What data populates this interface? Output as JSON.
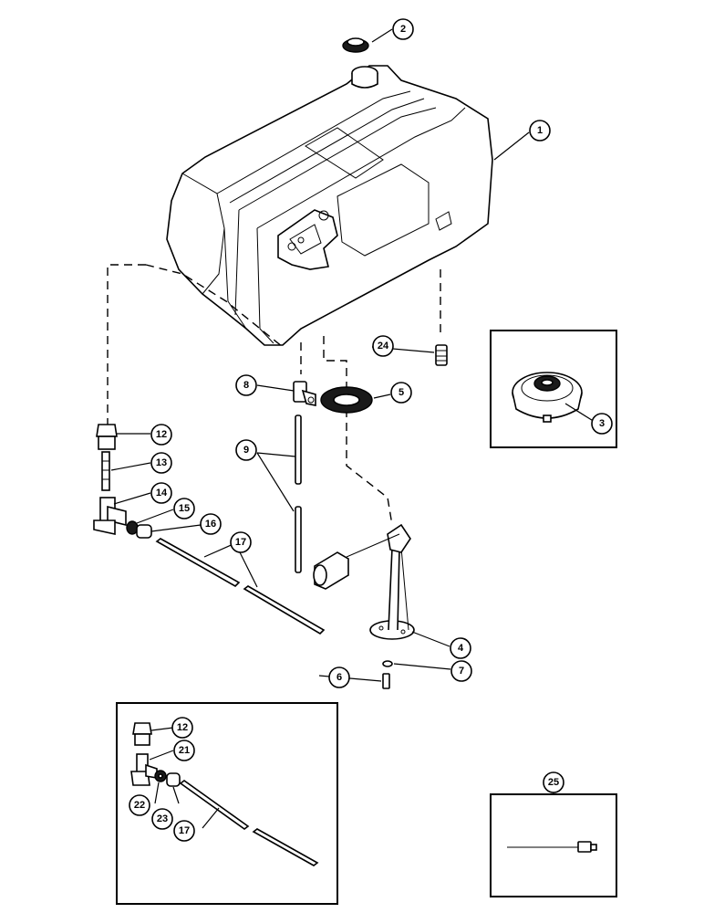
{
  "callouts": [
    {
      "id": "c1",
      "label": "1"
    },
    {
      "id": "c2",
      "label": "2"
    },
    {
      "id": "c3",
      "label": "3"
    },
    {
      "id": "c4",
      "label": "4"
    },
    {
      "id": "c5",
      "label": "5"
    },
    {
      "id": "c6",
      "label": "6"
    },
    {
      "id": "c7",
      "label": "7"
    },
    {
      "id": "c8",
      "label": "8"
    },
    {
      "id": "c9",
      "label": "9"
    },
    {
      "id": "c12a",
      "label": "12"
    },
    {
      "id": "c12b",
      "label": "12"
    },
    {
      "id": "c13",
      "label": "13"
    },
    {
      "id": "c14",
      "label": "14"
    },
    {
      "id": "c15",
      "label": "15"
    },
    {
      "id": "c16",
      "label": "16"
    },
    {
      "id": "c17a",
      "label": "17"
    },
    {
      "id": "c17b",
      "label": "17"
    },
    {
      "id": "c21",
      "label": "21"
    },
    {
      "id": "c22",
      "label": "22"
    },
    {
      "id": "c23",
      "label": "23"
    },
    {
      "id": "c24",
      "label": "24"
    },
    {
      "id": "c25",
      "label": "25"
    }
  ]
}
